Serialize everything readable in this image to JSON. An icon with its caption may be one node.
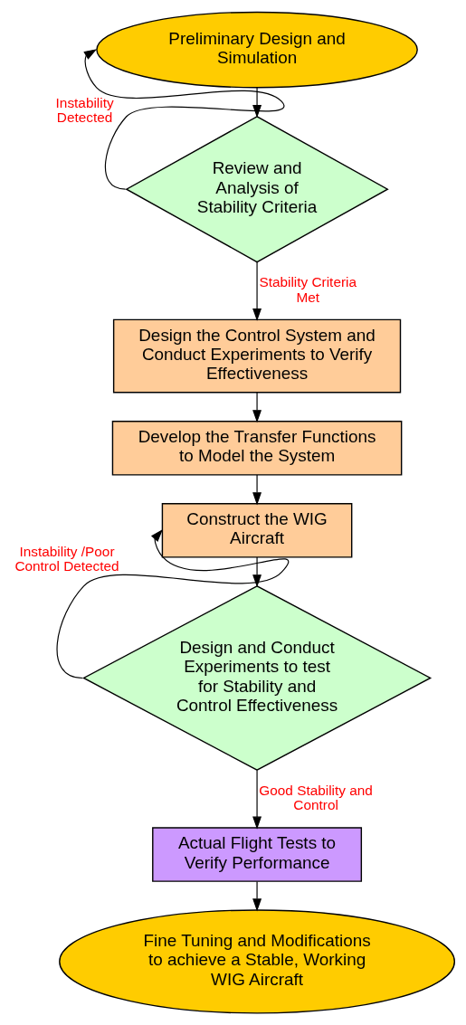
{
  "diagram": {
    "nodes": [
      {
        "text": [
          "Preliminary Design and Simulation"
        ]
      },
      {
        "text": [
          "Review and Analysis of Stability Criteria"
        ]
      },
      {
        "text": [
          "Design the Control System and Conduct Experiments to Verify Effectiveness"
        ]
      },
      {
        "text": [
          "Develop the Transfer Functions to Model the System"
        ]
      },
      {
        "text": [
          "Construct the WIG Aircraft"
        ]
      },
      {
        "text": [
          "Design and Conduct Experiments to test for Stability and Control Effectiveness"
        ]
      },
      {
        "text": [
          "Actual Flight Tests to Verify Performance"
        ]
      },
      {
        "text": [
          "Fine Tuning and Modifications to achieve a Stable, Working WIG Aircraft"
        ]
      }
    ],
    "edges": [
      {
        "from": 0,
        "to": 1,
        "arrow": "to"
      },
      {
        "from": 1,
        "to": 0,
        "arrow": "to",
        "label": "Instability Detected"
      },
      {
        "from": 1,
        "to": 2,
        "arrow": "to",
        "label": "Stability Criteria Met"
      },
      {
        "from": 2,
        "to": 3,
        "arrow": "to"
      },
      {
        "from": 3,
        "to": 4,
        "arrow": "to"
      },
      {
        "from": 4,
        "to": 5,
        "arrow": "to"
      },
      {
        "from": 5,
        "to": 4,
        "arrow": "to",
        "label": "Instability /Poor Control Detected"
      },
      {
        "from": 5,
        "to": 6,
        "arrow": "to",
        "label": "Good Stability and Control"
      },
      {
        "from": 6,
        "to": 7,
        "arrow": "to"
      }
    ]
  }
}
